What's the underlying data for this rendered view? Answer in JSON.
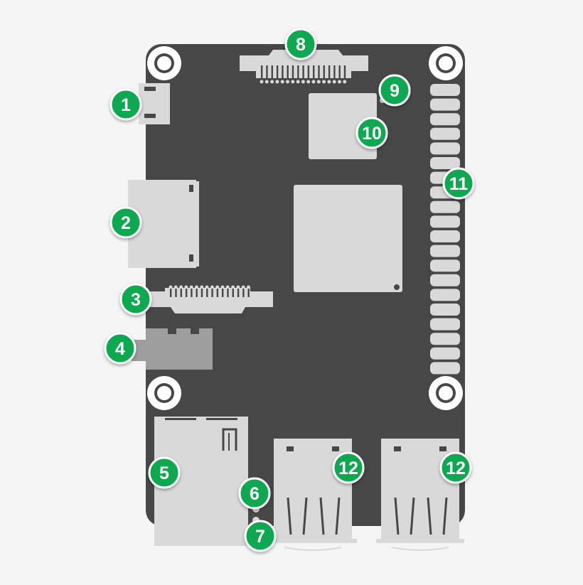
{
  "colors": {
    "background": "#f5f5f5",
    "board": "#474747",
    "component": "#d9d9d9",
    "audio_jack": "#9e9e9e",
    "callout_fill": "#0aa84f",
    "callout_stroke": "#ffffff",
    "callout_text": "#ffffff"
  },
  "callouts": [
    {
      "id": "micro-usb",
      "label": "1"
    },
    {
      "id": "hdmi",
      "label": "2"
    },
    {
      "id": "camera-connector",
      "label": "3"
    },
    {
      "id": "audio-jack",
      "label": "4"
    },
    {
      "id": "ethernet",
      "label": "5"
    },
    {
      "id": "led-a",
      "label": "6"
    },
    {
      "id": "led-b",
      "label": "7"
    },
    {
      "id": "display-connector",
      "label": "8"
    },
    {
      "id": "led-c",
      "label": "9"
    },
    {
      "id": "memory-chip",
      "label": "10"
    },
    {
      "id": "gpio-header",
      "label": "11"
    },
    {
      "id": "usb-left",
      "label": "12"
    },
    {
      "id": "usb-right",
      "label": "12"
    }
  ]
}
